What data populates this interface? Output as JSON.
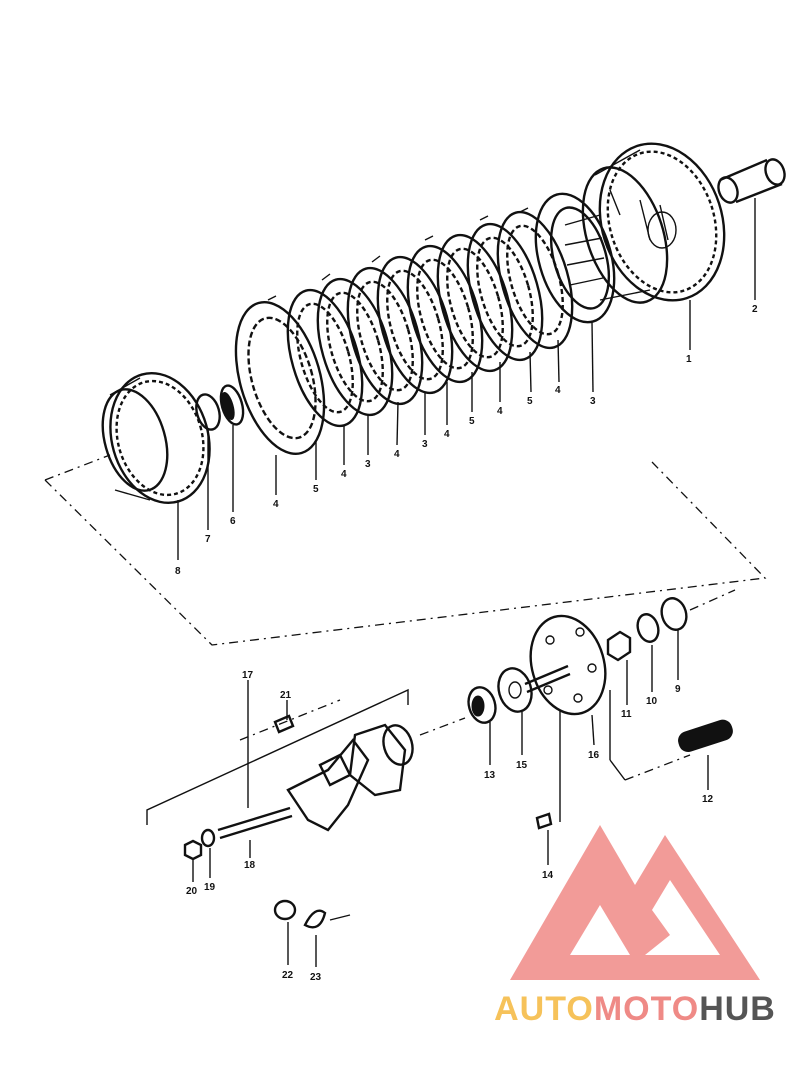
{
  "diagram": {
    "part_labels": {
      "l1": "1",
      "l2": "2",
      "l3a": "3",
      "l4a": "4",
      "l5a": "5",
      "l4b": "4",
      "l5b": "5",
      "l4c": "4",
      "l3b": "3",
      "l4d": "4",
      "l3c": "3",
      "l4e": "4",
      "l5c": "5",
      "l4f": "4",
      "l6": "6",
      "l7": "7",
      "l8": "8",
      "l9a": "9",
      "l10a": "10",
      "l11": "11",
      "l12": "12",
      "l13": "13",
      "l14": "14",
      "l15": "15",
      "l16": "16",
      "l17": "17",
      "l18": "18",
      "l19": "19",
      "l20": "20",
      "l21": "21",
      "l22": "22",
      "l23": "23"
    }
  },
  "watermark": {
    "word1": "AUTO",
    "word2": "MOTO",
    "word3": "HUB",
    "colors": {
      "auto": "#f6c25a",
      "moto": "#ef8a86",
      "hub": "#555555",
      "logo": "#f08a86"
    }
  }
}
